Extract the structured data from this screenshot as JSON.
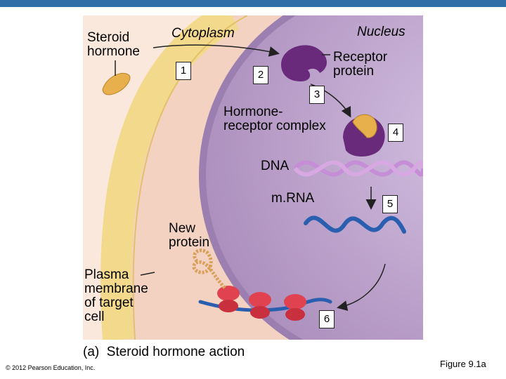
{
  "labels": {
    "steroid_hormone": "Steroid\nhormone",
    "cytoplasm": "Cytoplasm",
    "nucleus": "Nucleus",
    "receptor_protein": "Receptor\nprotein",
    "hormone_receptor_complex": "Hormone-\nreceptor complex",
    "dna": "DNA",
    "mrna": "m.RNA",
    "new_protein": "New\nprotein",
    "plasma_membrane": "Plasma\nmembrane\nof target\ncell",
    "caption": "(a)  Steroid hormone action",
    "copyright": "© 2012 Pearson Education, Inc.",
    "figure_number": "Figure 9.1a"
  },
  "steps": [
    "1",
    "2",
    "3",
    "4",
    "5",
    "6"
  ],
  "colors": {
    "header_bar": "#2f6ea6",
    "cytoplasm": "#f3d2c2",
    "membrane": "#f2d98c",
    "nucleus": "#b599c6",
    "receptor": "#6a2a7c",
    "hormone": "#e7b04c",
    "dna": "#c58ed6",
    "mrna": "#2a5fb0",
    "ribosome": "#e0434f",
    "new_protein": "#d9a05a"
  }
}
